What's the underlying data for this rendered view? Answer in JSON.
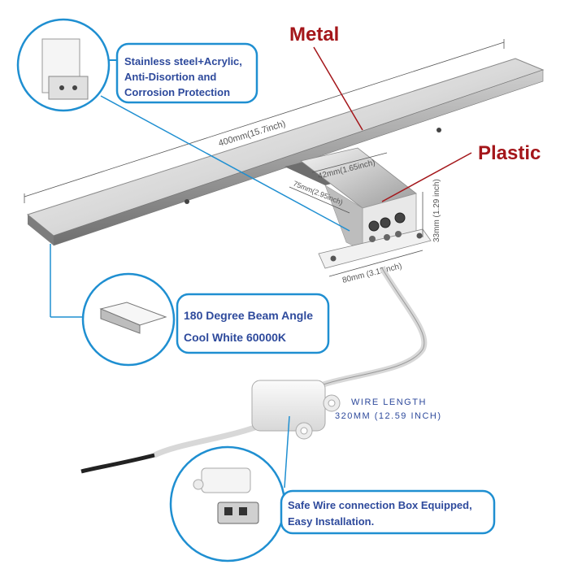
{
  "labels": {
    "metal": "Metal",
    "plastic": "Plastic"
  },
  "callouts": {
    "material_line1": "Stainless steel+Acrylic,",
    "material_line2": "Anti-Disortion and",
    "material_line3": "Corrosion Protection",
    "beam_line1": "180 Degree Beam Angle",
    "beam_line2": "Cool White 60000K",
    "box_line1": "Safe Wire connection Box Equipped,",
    "box_line2": "Easy Installation."
  },
  "dimensions": {
    "length": "400mm(15.7inch)",
    "depth_top": "42mm(1.65inch)",
    "depth_side": "75mm(2.95inch)",
    "height": "33mm (1.29 inch)",
    "base_width": "80mm (3.15inch)"
  },
  "wire": {
    "line1": "WIRE LENGTH",
    "line2": "320MM (12.59 INCH)"
  },
  "colors": {
    "callout_blue": "#1f8fd1",
    "text_blue": "#2e4a9c",
    "accent_red": "#a4161a",
    "chrome_light": "#e6e6e6",
    "chrome_dark": "#8a8a8a"
  }
}
